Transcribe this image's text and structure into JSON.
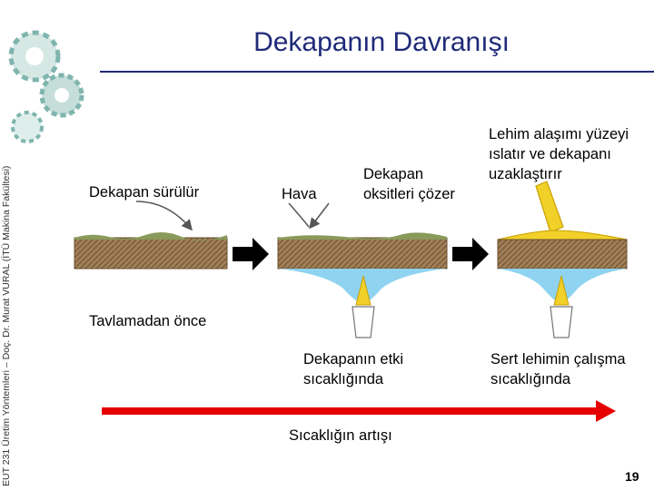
{
  "side_caption": "EUT 231 Üretim Yöntemleri – Doç. Dr. Murat VURAL (İTÜ Makina Fakültesi)",
  "title": "Dekapanın Davranışı",
  "labels": {
    "step1": "Dekapan sürülür",
    "air": "Hava",
    "dissolve_1": "Dekapan",
    "dissolve_2": "oksitleri çözer",
    "wet_1": "Lehim alaşımı yüzeyi",
    "wet_2": "ıslatır ve dekapanı",
    "wet_3": "uzaklaştırır",
    "before_heat": "Tavlamadan önce",
    "active_1": "Dekapanın etki",
    "active_2": "sıcaklığında",
    "solder_temp_1": "Sert lehimin çalışma",
    "solder_temp_2": "sıcaklığında",
    "temp_increase": "Sıcaklığın artışı"
  },
  "page_number": "19",
  "colors": {
    "title": "#1f2a78",
    "base_metal": "#a07f58",
    "flux_green": "#8a9a5b",
    "flux_blue": "#8fd3f0",
    "flame_yellow": "#f2d02a",
    "arrow_red": "#e60000",
    "gear": "#6aa8a0"
  },
  "icons": [
    "gear-icon",
    "black-arrow-icon",
    "red-arrow-icon",
    "torch-icon",
    "solder-rod-icon"
  ]
}
